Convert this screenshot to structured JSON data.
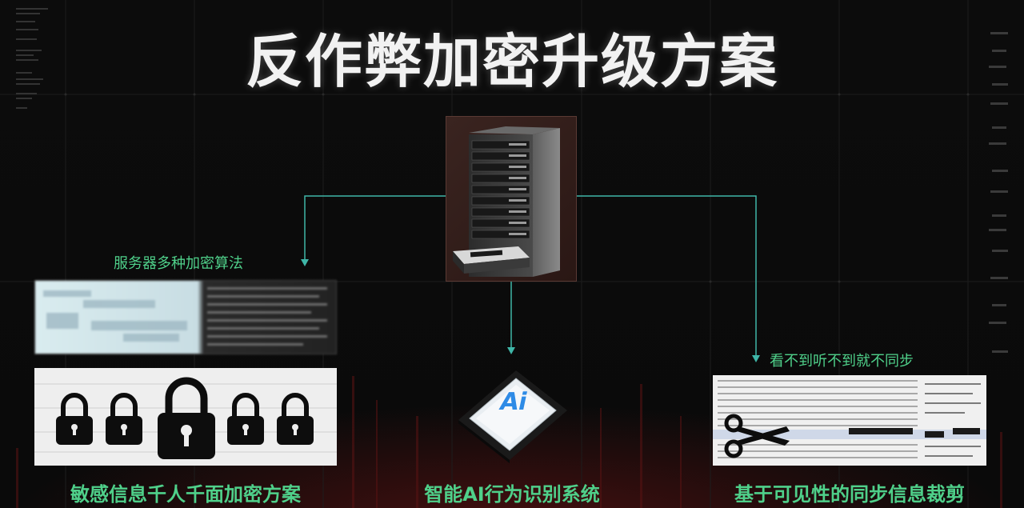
{
  "slide": {
    "title": "反作弊加密升级方案",
    "left": {
      "caption_top": "服务器多种加密算法",
      "caption_bottom": "敏感信息千人千面加密方案"
    },
    "center": {
      "chip_label": "Ai",
      "caption_bottom": "智能AI行为识别系统"
    },
    "right": {
      "caption_top": "看不到听不到就不同步",
      "caption_bottom": "基于可见性的同步信息裁剪"
    }
  },
  "colors": {
    "accent_green": "#4fd08a",
    "connector": "#3fb6a8",
    "title": "#f2f2f2",
    "background": "#0b0b0b",
    "chip_blue": "#2e8be6"
  },
  "icons": {
    "server": "server-rack-icon",
    "lock": "padlock-icon",
    "chip": "ai-chip-icon",
    "scissors": "scissors-icon"
  }
}
